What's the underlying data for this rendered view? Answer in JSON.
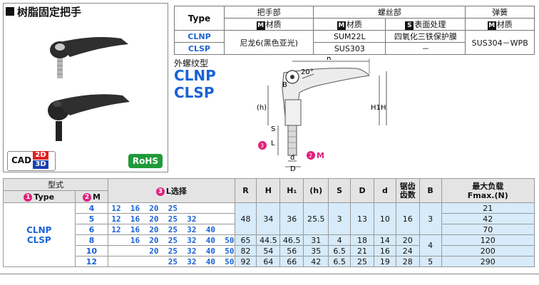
{
  "title": "树脂固定把手",
  "badges": {
    "cad": "CAD",
    "cad2d": "2D",
    "cad3d": "3D",
    "rohs": "RoHS"
  },
  "material_table": {
    "type_header": "Type",
    "col_handle": "把手部",
    "col_screw": "螺丝部",
    "col_spring": "弹簧",
    "sub_material_mark": "M",
    "sub_material": "材质",
    "sub_surface_mark": "S",
    "sub_surface": "表面处理",
    "rows": [
      {
        "type": "CLNP",
        "handle": "尼龙6(黑色亚光)",
        "screw": "SUM22L",
        "surface": "四氧化三铁保护膜",
        "spring": "SUS304－WPB"
      },
      {
        "type": "CLSP",
        "screw": "SUS303",
        "surface": "－"
      }
    ]
  },
  "drawing": {
    "ext_label": "外螺纹型",
    "code1": "CLNP",
    "code2": "CLSP",
    "dim_R": "R",
    "dim_angle": "20°",
    "dim_B": "B",
    "dim_h": "(h)",
    "dim_H": "H",
    "dim_H1": "H1",
    "dim_S": "S",
    "dim_L": "L",
    "dim_d": "d",
    "dim_D": "D",
    "sel_L_num": "3",
    "sel_M_num": "2",
    "sel_M_label": "M"
  },
  "spec_table": {
    "header_model": "型式",
    "header_type_num": "1",
    "header_type": "Type",
    "header_m_num": "2",
    "header_m": "M",
    "header_l_num": "3",
    "header_l": "L选择",
    "header_R": "R",
    "header_H": "H",
    "header_H1": "H₁",
    "header_h": "(h)",
    "header_S": "S",
    "header_D": "D",
    "header_d": "d",
    "header_teeth": "锯齿\n齿数",
    "header_B": "B",
    "header_load1": "最大负载",
    "header_load2": "Fmax.(N)",
    "types": "CLNP\nCLSP",
    "rows": [
      {
        "M": "4",
        "L": "12  16  20  25",
        "R": "48",
        "H": "34",
        "H1": "36",
        "h": "25.5",
        "S": "3",
        "D": "13",
        "d": "10",
        "teeth": "16",
        "B": "3",
        "F": "21"
      },
      {
        "M": "5",
        "L": "12  16  20  25  32",
        "F": "42"
      },
      {
        "M": "6",
        "L": "12  16  20  25  32  40",
        "F": "70"
      },
      {
        "M": "8",
        "L": "    16  20  25  32  40  50",
        "R": "65",
        "H": "44.5",
        "H1": "46.5",
        "h": "31",
        "S": "4",
        "D": "18",
        "d": "14",
        "teeth": "20",
        "B": "4",
        "F": "120"
      },
      {
        "M": "10",
        "L": "        20  25  32  40  50",
        "R": "82",
        "H": "54",
        "H1": "56",
        "h": "35",
        "S": "6.5",
        "D": "21",
        "d": "16",
        "teeth": "24",
        "F": "200"
      },
      {
        "M": "12",
        "L": "            25  32  40  50",
        "R": "92",
        "H": "64",
        "H1": "66",
        "h": "42",
        "S": "6.5",
        "D": "25",
        "d": "19",
        "teeth": "28",
        "B": "5",
        "F": "290"
      }
    ]
  }
}
